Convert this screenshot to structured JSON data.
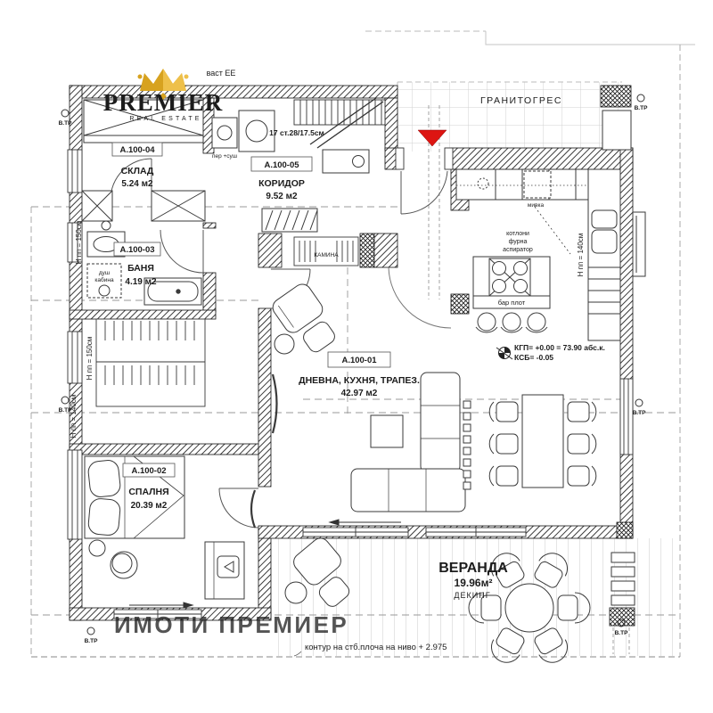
{
  "logo": {
    "brand": "PREMIER",
    "tagline": "REAL ESTATE"
  },
  "header": {
    "part_label": "васт ЕЕ"
  },
  "watermark": "ИМОТИ ПРЕМИЕР",
  "rooms": {
    "storage": {
      "id": "А.100-04",
      "name": "СКЛАД",
      "area": "5.24 м2"
    },
    "corridor": {
      "id": "А.100-05",
      "name": "КОРИДОР",
      "area": "9.52 м2"
    },
    "bath": {
      "id": "А.100-03",
      "name": "БАНЯ",
      "area": "4.19 м2"
    },
    "living": {
      "id": "А.100-01",
      "name": "ДНЕВНА, КУХНЯ, ТРАПЕЗ.",
      "area": "42.97 м2"
    },
    "bedroom": {
      "id": "А.100-02",
      "name": "СПАЛНЯ",
      "area": "20.39 м2"
    },
    "veranda": {
      "name": "ВЕРАНДА",
      "area": "19.96м²",
      "finish": "ДЕКИНГ"
    }
  },
  "annotations": {
    "stairs": "17 ст.28/17.5см",
    "washer_dryer": "пер +суш",
    "sink": "мивка",
    "hob": "котлони",
    "oven": "фурна",
    "hood": "аспиратор",
    "bar": "бар плот",
    "fireplace": "КАМИНА",
    "tiles": "ГРАНИТОГРЕС",
    "shower_1": "душ",
    "shower_2": "кабина",
    "level_1": "КГП= +0.00 = 73.90 абс.к.",
    "level_2": "КСБ= -0.05",
    "slab": "контур на стб.плоча на ниво + 2.975",
    "h150": "Н пп = 150см",
    "h140": "Н пп = 140см",
    "vtr": "В.ТР"
  },
  "colors": {
    "accent_red": "#dd1512",
    "watermark_pink": "#e8808d",
    "logo_purple": "#4b2a5c",
    "logo_gold": "#d7a21f"
  }
}
